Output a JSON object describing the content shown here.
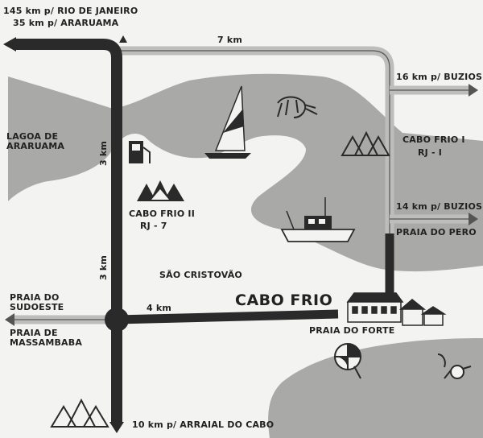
{
  "colors": {
    "water": "#a9a9a7",
    "land": "#f3f3f1",
    "road_main": "#2a2a2a",
    "road_secondary": "#bdbdbb",
    "text": "#222222"
  },
  "icons": [
    "gas-station-icon",
    "mountain-icon",
    "sailboat-icon",
    "shrimp-icon",
    "fishing-boat-icon",
    "houses-icon",
    "beach-umbrella-icon",
    "diver-icon"
  ],
  "labels": {
    "rio": "145 km p/ RIO DE JANEIRO",
    "araruama_dist": "35 km p/ ARARUAMA",
    "km7": "7 km",
    "buzios16": "16 km p/ BUZIOS",
    "lagoa": "LAGOA DE ARARUAMA",
    "cabofrio1": "CABO FRIO I",
    "rj1": "RJ - I",
    "km3_top": "3 km",
    "cabofrio2": "CABO FRIO II",
    "rj7": "RJ - 7",
    "buzios14": "14 km p/ BUZIOS",
    "pero": "PRAIA DO PERO",
    "sao_cristovao": "SÃO CRISTOVÃO",
    "km3_bottom": "3 km",
    "praia_sudoeste": "PRAIA DO SUDOESTE",
    "km4": "4 km",
    "cabo_frio": "CABO FRIO",
    "praia_massambaba": "PRAIA DE MASSAMBABA",
    "praia_forte": "PRAIA DO FORTE",
    "arraial": "10 km p/ ARRAIAL DO CABO"
  }
}
